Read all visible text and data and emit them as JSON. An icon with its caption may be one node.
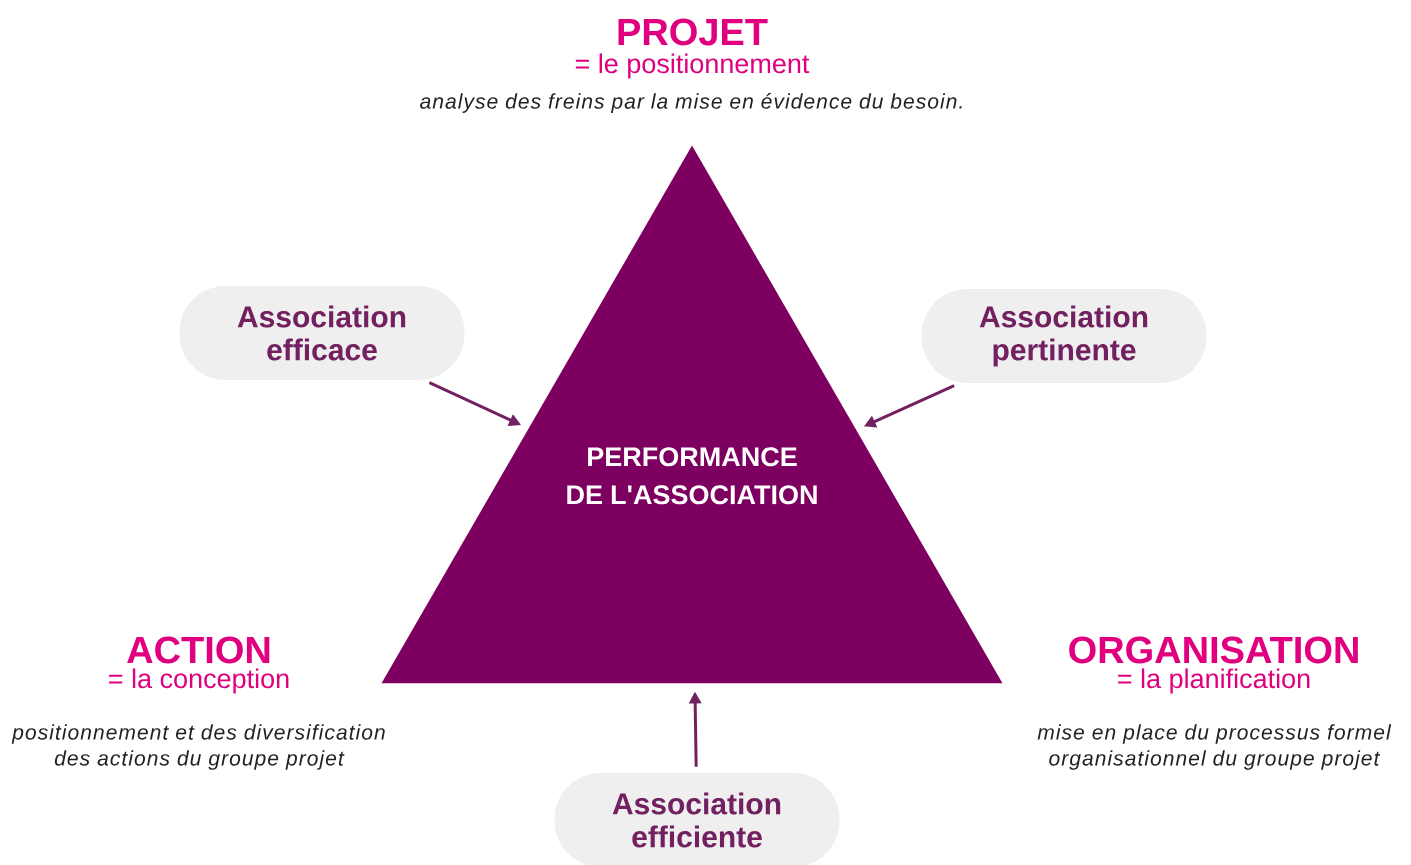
{
  "diagram": {
    "nodes": [
      {
        "text": [
          "PERFORMANCE DE L'ASSOCIATION"
        ]
      },
      {
        "text": [
          "Association efficace"
        ]
      },
      {
        "text": [
          "Association pertinente"
        ]
      },
      {
        "text": [
          "Association efficiente"
        ]
      }
    ],
    "edges": [
      {
        "from": 1,
        "to": 0,
        "arrow": "to"
      },
      {
        "from": 2,
        "to": 0,
        "arrow": "to"
      },
      {
        "from": 3,
        "to": 0,
        "arrow": "to"
      }
    ],
    "labels": [
      "PROJET",
      "= le positionnement",
      "analyse des freins par la mise en évidence du besoin.",
      "ACTION",
      "= la conception",
      "positionnement et des diversification des actions du groupe projet",
      "ORGANISATION",
      "= la planification",
      "mise en place du processus formel organisationnel du groupe projet"
    ]
  }
}
